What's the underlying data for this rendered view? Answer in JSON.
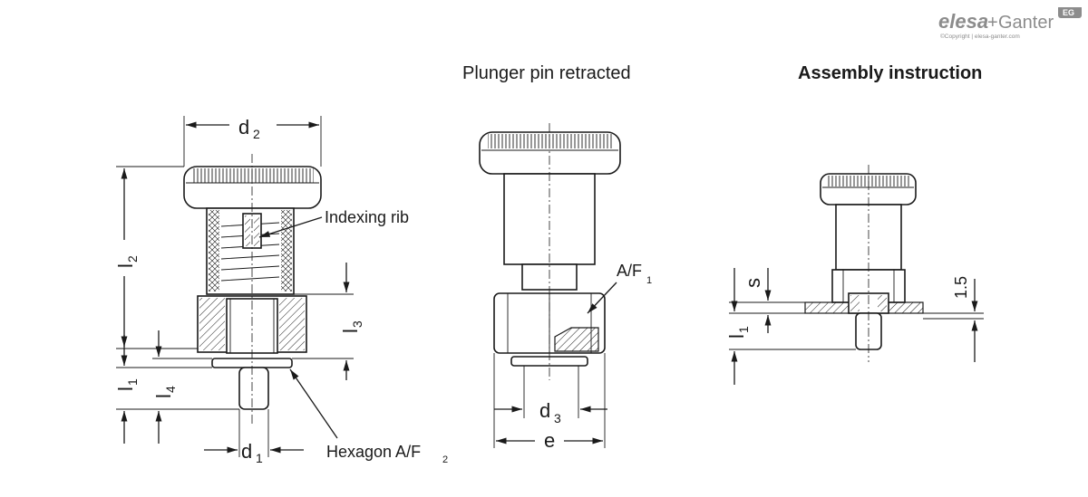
{
  "brand": {
    "logo_left": "elesa",
    "logo_plus": "+",
    "logo_right": "Ganter",
    "logo_badge": "EG",
    "copyright": "©Copyright | elesa-ganter.com"
  },
  "titles": {
    "retracted": "Plunger pin retracted",
    "assembly": "Assembly instruction"
  },
  "labels": {
    "d2": "d",
    "d2_sub": "2",
    "d1": "d",
    "d1_sub": "1",
    "d3": "d",
    "d3_sub": "3",
    "e": "e",
    "l1": "l",
    "l1_sub": "1",
    "l2": "l",
    "l2_sub": "2",
    "l3": "l",
    "l3_sub": "3",
    "l4": "l",
    "l4_sub": "4",
    "indexing_rib": "Indexing rib",
    "hexagon": "Hexagon A/F",
    "hexagon_sub": "2",
    "af1": "A/F",
    "af1_sub": "1",
    "s": "s",
    "dim_15": "1.5",
    "l1_assembly": "l",
    "l1_assembly_sub": "1"
  },
  "colors": {
    "ink": "#1a1a1a",
    "logo_gray": "#8c8c8c"
  }
}
